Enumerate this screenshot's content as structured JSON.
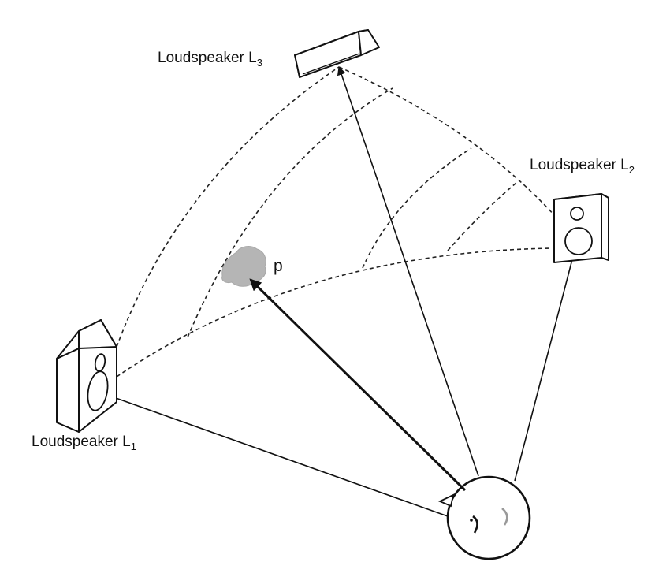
{
  "figure": {
    "loudspeakers": [
      {
        "id": "L1",
        "label_prefix": "Loudspeaker L",
        "label_sub": "1"
      },
      {
        "id": "L2",
        "label_prefix": "Loudspeaker L",
        "label_sub": "2"
      },
      {
        "id": "L3",
        "label_prefix": "Loudspeaker L",
        "label_sub": "3"
      }
    ],
    "virtual_source_label": "p",
    "colors": {
      "line": "#111111",
      "virtual_source_fill": "#b5b5b5",
      "background": "#ffffff"
    }
  }
}
